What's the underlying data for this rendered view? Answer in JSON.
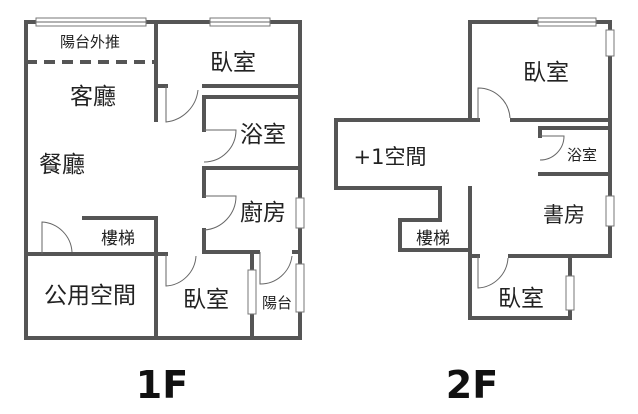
{
  "floors": [
    {
      "title": "1F",
      "rooms": {
        "balcony_ext": "陽台外推",
        "bedroom_1": "臥室",
        "living": "客廳",
        "bath": "浴室",
        "dining": "餐廳",
        "kitchen": "廚房",
        "stairs": "樓梯",
        "common": "公用空間",
        "bedroom_2": "臥室",
        "balcony": "陽台"
      }
    },
    {
      "title": "2F",
      "rooms": {
        "bedroom_1": "臥室",
        "extra": "+1空間",
        "bath": "浴室",
        "study": "書房",
        "stairs": "樓梯",
        "bedroom_2": "臥室"
      }
    }
  ]
}
